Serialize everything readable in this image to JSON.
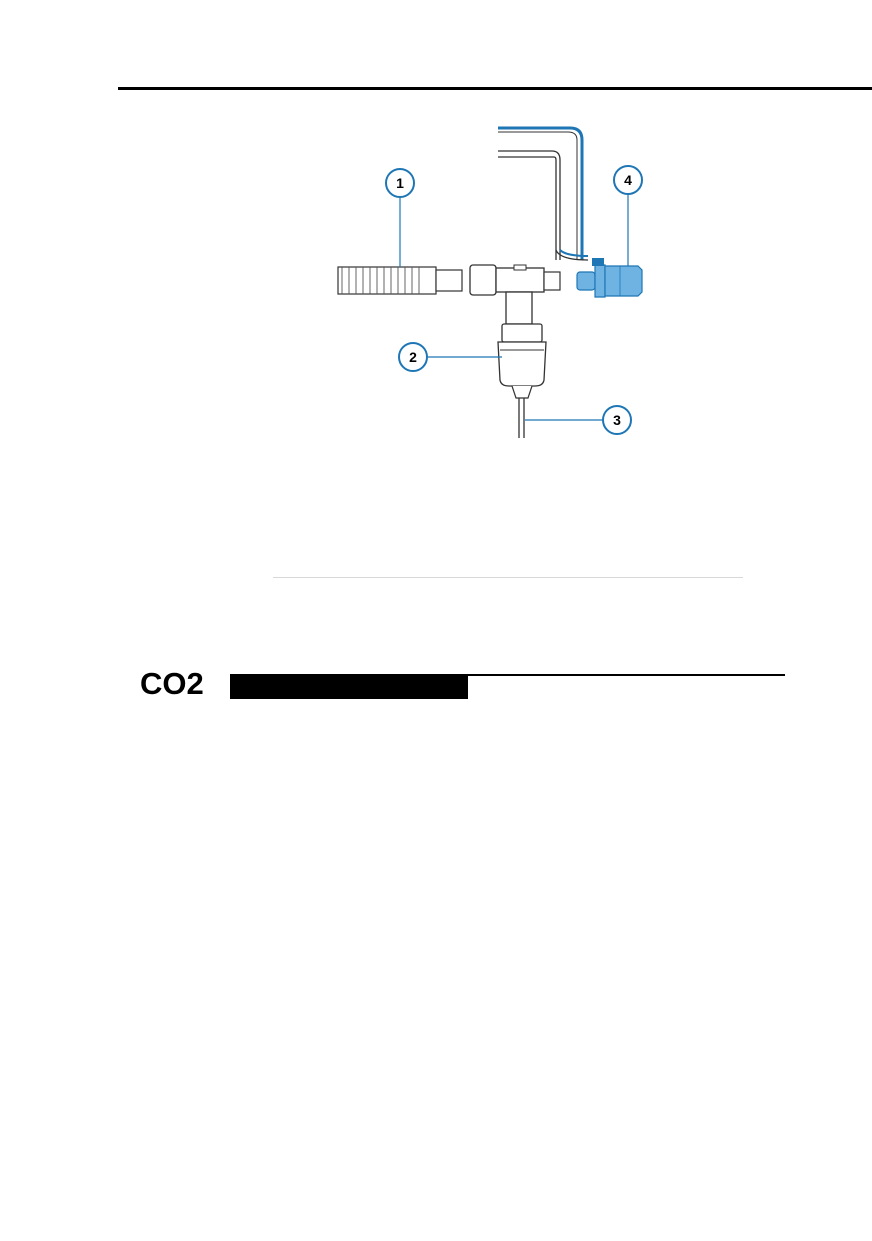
{
  "figure": {
    "callouts": [
      "1",
      "2",
      "3",
      "4"
    ],
    "colors": {
      "accent_blue": "#1e76b5",
      "light_blue": "#6fb3e3",
      "line": "#333333"
    },
    "parts": [
      "corrugated-tube",
      "t-adapter",
      "water-trap",
      "sample-line",
      "airway-adapter"
    ]
  },
  "section": {
    "title": "CO2"
  }
}
